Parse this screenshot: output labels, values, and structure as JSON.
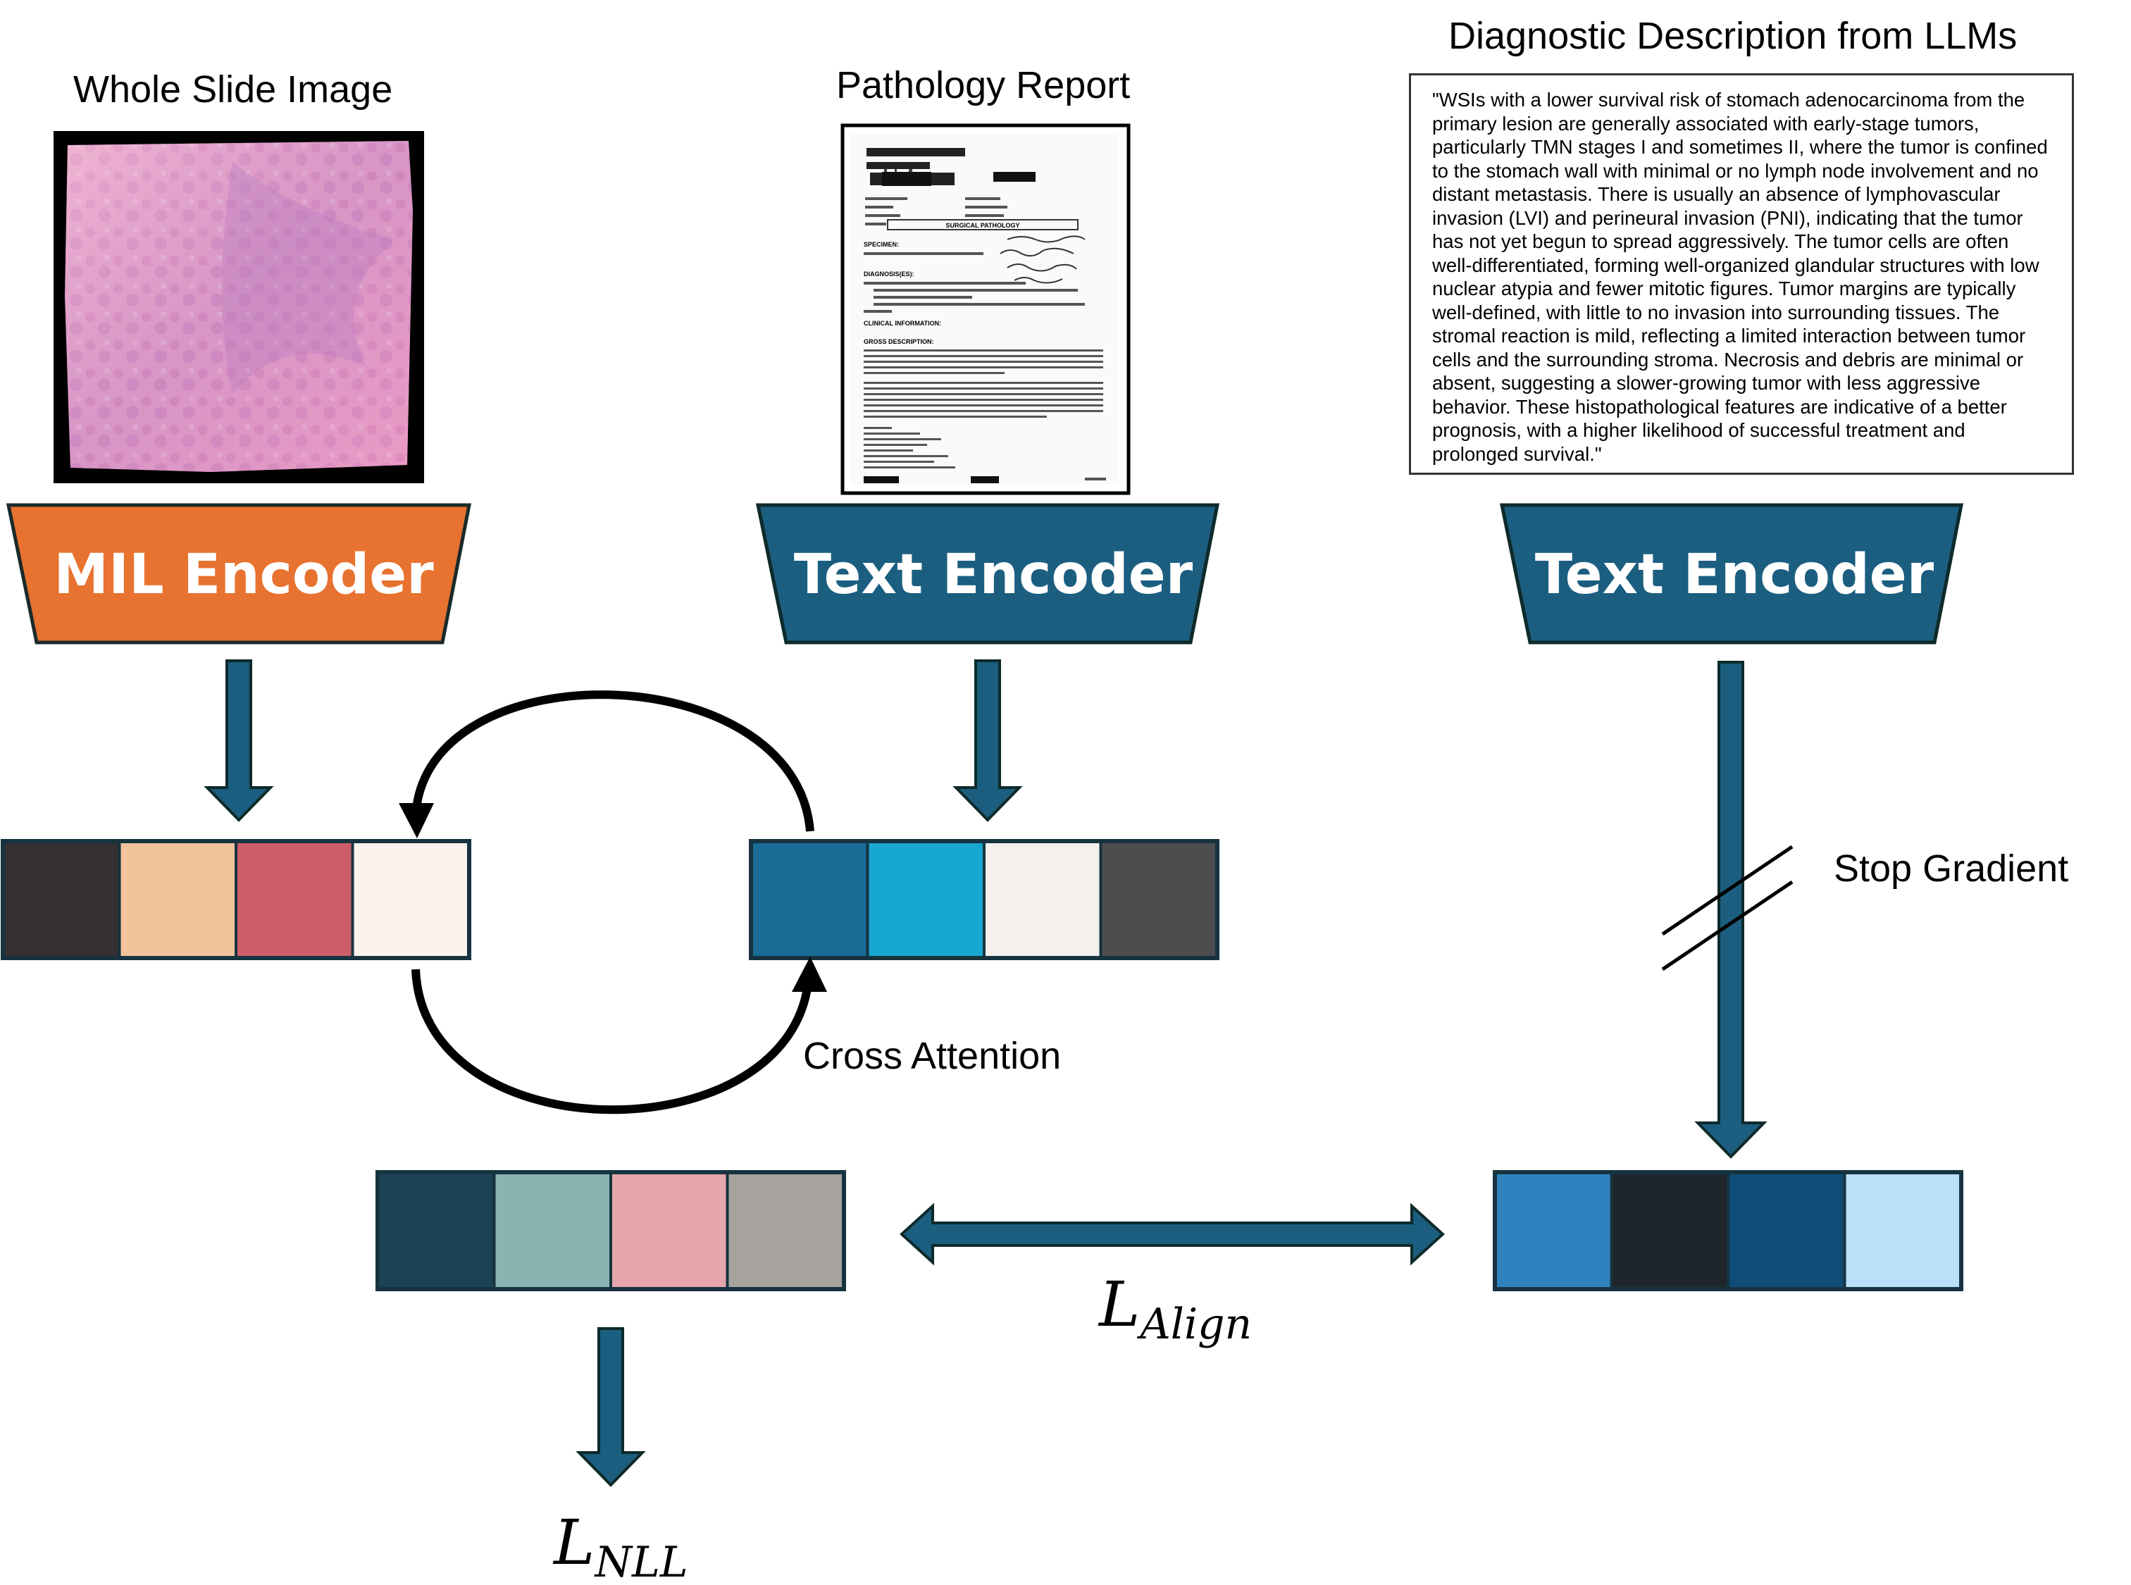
{
  "labels": {
    "wsi_title": "Whole Slide Image",
    "report_title": "Pathology Report",
    "llm_title": "Diagnostic Description from LLMs",
    "stop_gradient": "Stop Gradient",
    "cross_attention": "Cross Attention"
  },
  "encoders": {
    "mil": "MIL Encoder",
    "text1": "Text Encoder",
    "text2": "Text Encoder"
  },
  "losses": {
    "align_main": "L",
    "align_sub": "Align",
    "nll_main": "L",
    "nll_sub": "NLL"
  },
  "llm_description": "\"WSIs with a lower survival risk of stomach adenocarcinoma from the primary lesion are generally associated with early-stage tumors, particularly TMN stages I and sometimes II, where the tumor is confined to the stomach wall with minimal or no lymph node involvement and no distant metastasis. There is usually an absence of lymphovascular invasion (LVI) and perineural invasion (PNI), indicating that the tumor has not yet begun to spread aggressively. The tumor cells are often well-differentiated, forming well-organized glandular structures with low nuclear atypia and fewer mitotic figures. Tumor margins are typically well-defined, with little to no invasion into surrounding tissues. The stromal reaction is mild, reflecting a limited interaction between tumor cells and the surrounding stroma. Necrosis and debris are minimal or absent, suggesting a slower-growing tumor with less aggressive behavior. These histopathological features are indicative of a better prognosis, with a higher likelihood of successful treatment and prolonged survival.\"",
  "report_text": {
    "header": "SURGICAL PATHOLOGY",
    "specimen": "SPECIMEN:",
    "diagnosis": "DIAGNOSIS(ES):",
    "clinical": "CLINICAL INFORMATION:",
    "gross": "GROSS DESCRIPTION:"
  },
  "colors": {
    "mil_encoder": "#E8722F",
    "text_encoder": "#1B5E80",
    "arrow": "#1B5E80",
    "wsi_feat": [
      "#352F33",
      "#F3C39B",
      "#CD5D68",
      "#FBF3EE"
    ],
    "report_feat": [
      "#1A6C97",
      "#18A7D0",
      "#F4F0EE",
      "#4D4D4F"
    ],
    "fused_feat": [
      "#1C4258",
      "#89B4B2",
      "#E5A6AC",
      "#A6A29D"
    ],
    "llm_feat": [
      "#2F82BE",
      "#1E252B",
      "#0F4C78",
      "#BADFF8"
    ]
  }
}
